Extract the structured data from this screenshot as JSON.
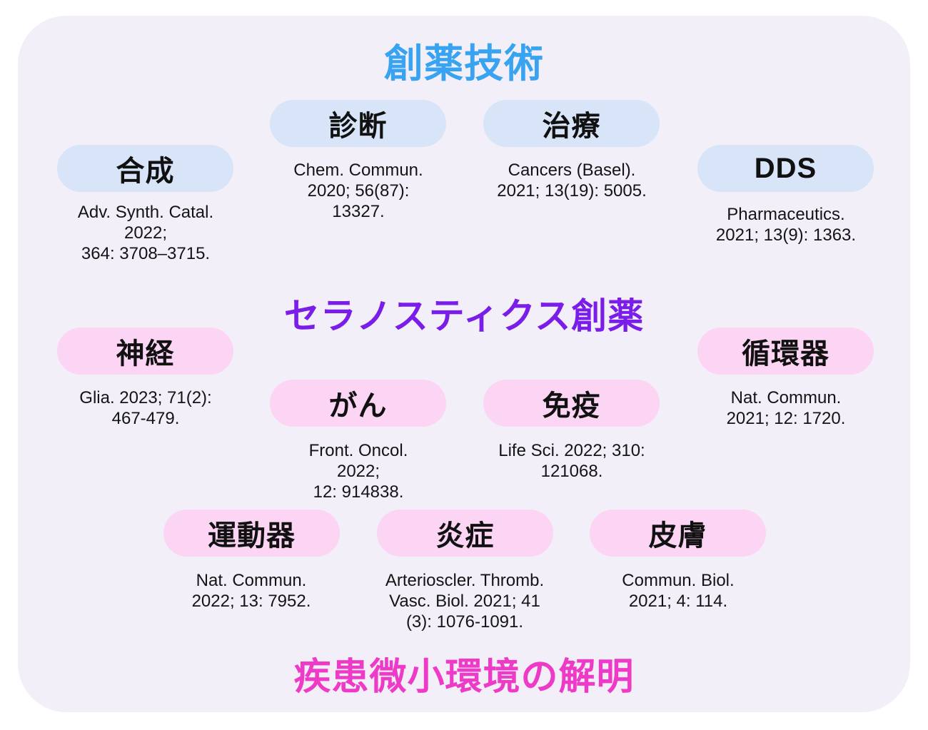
{
  "colors": {
    "blue_title": "#38a3f1",
    "purple_title": "#7b1de8",
    "magenta_title": "#ed3bc8",
    "blue_pill": "#d8e4f8",
    "pink_pill": "#fbd5f3",
    "card_bg": "#f2eff9",
    "text": "#141414"
  },
  "sections": [
    {
      "title": "創薬技術",
      "items": [
        {
          "label": "合成",
          "citation_lines": [
            "Adv. Synth. Catal.",
            "2022;",
            "364: 3708–3715."
          ]
        },
        {
          "label": "診断",
          "citation_lines": [
            "Chem. Commun.",
            "2020; 56(87):",
            "13327."
          ]
        },
        {
          "label": "治療",
          "citation_lines": [
            "Cancers (Basel).",
            "2021; 13(19): 5005."
          ]
        },
        {
          "label": "DDS",
          "citation_lines": [
            "Pharmaceutics.",
            "2021; 13(9): 1363."
          ]
        }
      ]
    },
    {
      "title": "セラノスティクス創薬",
      "items": [
        {
          "label": "神経",
          "citation_lines": [
            "Glia. 2023; 71(2):",
            "467-479."
          ]
        },
        {
          "label": "がん",
          "citation_lines": [
            "Front. Oncol.",
            "2022;",
            "12: 914838."
          ]
        },
        {
          "label": "免疫",
          "citation_lines": [
            "Life Sci. 2022; 310:",
            "121068."
          ]
        },
        {
          "label": "循環器",
          "citation_lines": [
            "Nat. Commun.",
            "2021; 12: 1720."
          ]
        }
      ]
    },
    {
      "title": "疾患微小環境の解明",
      "items": [
        {
          "label": "運動器",
          "citation_lines": [
            "Nat. Commun.",
            "2022; 13: 7952."
          ]
        },
        {
          "label": "炎症",
          "citation_lines": [
            "Arterioscler. Thromb.",
            "Vasc. Biol. 2021; 41",
            "(3): 1076-1091."
          ]
        },
        {
          "label": "皮膚",
          "citation_lines": [
            "Commun. Biol.",
            "2021; 4: 114."
          ]
        }
      ]
    }
  ]
}
